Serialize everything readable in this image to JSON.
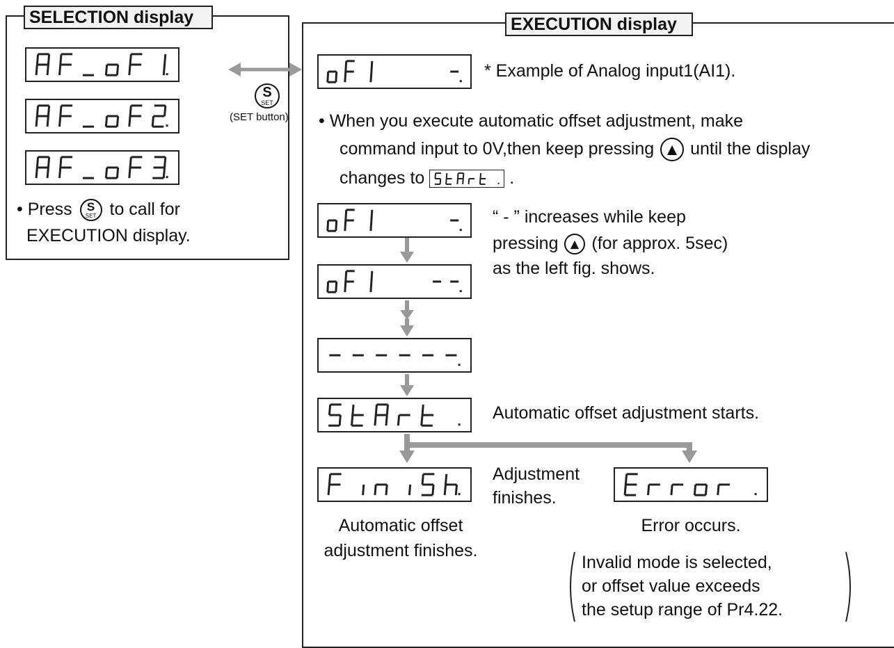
{
  "selection": {
    "title": "SELECTION display",
    "displays": [
      "AF_oF1.",
      "AF_oF2.",
      "AF_oF3."
    ],
    "note_line1_pre": "• Press",
    "note_button": "S",
    "note_button_sub": "SET",
    "note_line1_post": "to call for",
    "note_line2": "EXECUTION display."
  },
  "set_button": {
    "letter": "S",
    "sub": "SET",
    "caption": "(SET button)"
  },
  "execution": {
    "title": "EXECUTION display",
    "first_display": "oF1    -.",
    "example_note": "* Example of Analog input1(AI1).",
    "instruction_line1": "• When you execute automatic offset adjustment, make",
    "instruction_line2_pre": "command input to 0V,then keep pressing",
    "instruction_line2_post": "until the display",
    "instruction_line3_pre": "changes to",
    "instruction_line3_post": ".",
    "inline_display": "StArt .",
    "sequence": [
      "oF1    -.",
      "oF1   --.",
      "------.",
      "StArt ."
    ],
    "increase_note_line1": "“ - ” increases while keep",
    "increase_note_line2_pre": "pressing",
    "increase_note_line2_post": "(for approx. 5sec)",
    "increase_note_line3": "as the left fig. shows.",
    "start_note": "Automatic offset adjustment starts.",
    "finish_display": "FiniSh.",
    "finish_side_line1": "Adjustment",
    "finish_side_line2": "finishes.",
    "finish_caption_line1": "Automatic offset",
    "finish_caption_line2": "adjustment finishes.",
    "error_display": "Error .",
    "error_caption": "Error occurs.",
    "error_detail_line1": "Invalid mode is selected,",
    "error_detail_line2": "or offset value exceeds",
    "error_detail_line3": "the setup range of Pr4.22."
  },
  "colors": {
    "arrow": "#999999",
    "border": "#222222",
    "title_fill": "#f2f2f2"
  },
  "icons": {
    "up_button": "up-triangle-icon",
    "set_button": "set-circle-icon"
  }
}
